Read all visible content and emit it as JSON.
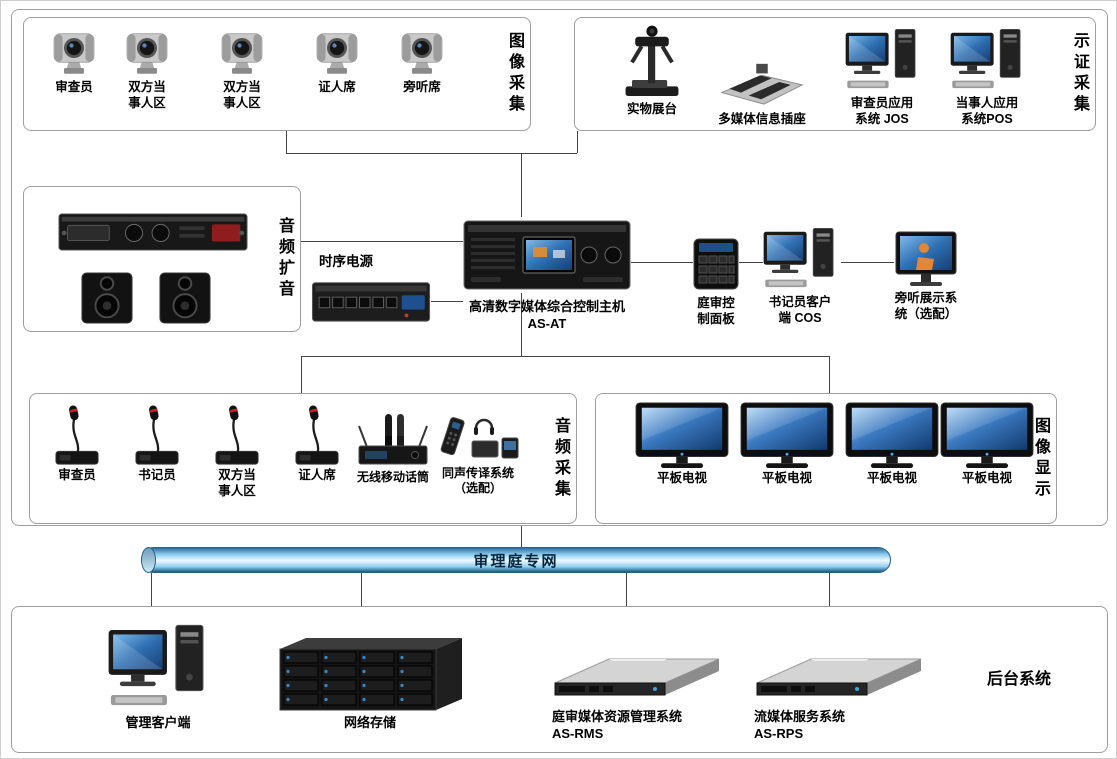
{
  "groups": {
    "image_capture": {
      "title": "图像采集",
      "cameras": [
        "审查员",
        "双方当事人区",
        "双方当事人区",
        "证人席",
        "旁听席"
      ]
    },
    "evidence_capture": {
      "title": "示证采集",
      "items": [
        "实物展台",
        "多媒体信息插座",
        "审查员应用系统 JOS",
        "当事人应用系统POS"
      ]
    },
    "audio_amplification": {
      "title": "音频扩音"
    },
    "audio_capture": {
      "title": "音频采集",
      "items": [
        "审查员",
        "书记员",
        "双方当事人区",
        "证人席",
        "无线移动话筒",
        "同声传译系统\n（选配）"
      ]
    },
    "image_display": {
      "title": "图像显示",
      "tvs": [
        "平板电视",
        "平板电视",
        "平板电视",
        "平板电视"
      ]
    },
    "backend": {
      "title": "后台系统",
      "items": [
        "管理客户端",
        "网络存储",
        "庭审媒体资源管理系统\nAS-RMS",
        "流媒体服务系统\nAS-RPS"
      ]
    }
  },
  "center": {
    "power_sequencer_label": "时序电源",
    "host_label": "高清数字媒体综合控制主机\nAS-AT",
    "control_panel_label": "庭审控制面板",
    "clerk_client_label": "书记员客户端 COS",
    "audience_display_label": "旁听展示系统（选配）"
  },
  "network_bus": {
    "label": "审理庭专网"
  }
}
